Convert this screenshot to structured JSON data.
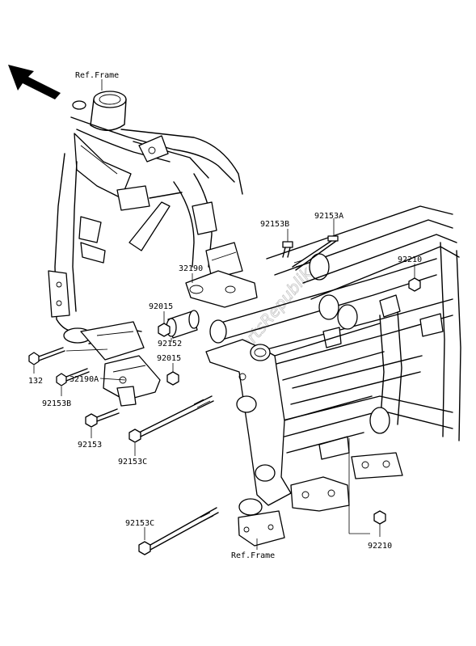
{
  "labels": {
    "ref_frame_top": "Ref.Frame",
    "ref_frame_bottom": "Ref.Frame",
    "p92153A": "92153A",
    "p92153B_top": "92153B",
    "p92210_top": "92210",
    "p32190": "32190",
    "p92015_upper": "92015",
    "p92152": "92152",
    "p92015_lower": "92015",
    "p132": "132",
    "p32190A": "32190A",
    "p92153B_left": "92153B",
    "p92153": "92153",
    "p92153C_mid": "92153C",
    "p92153C_bottom": "92153C",
    "p92210_bottom": "92210"
  },
  "watermark": "PartsRepublik",
  "icons": {
    "direction_arrow": "front-direction-arrow-icon"
  }
}
